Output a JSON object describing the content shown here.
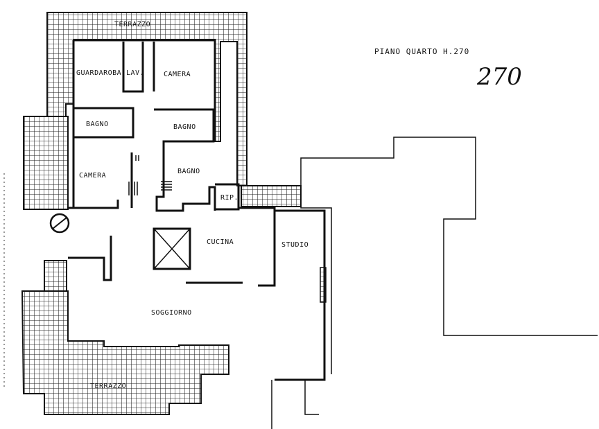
{
  "header": {
    "floor_title": "PIANO QUARTO H.270",
    "handwritten_number": "270"
  },
  "rooms": {
    "terrace_top": "TERRAZZO",
    "guardaroba": "GUARDAROBA",
    "lav": "LAV.",
    "camera_top": "CAMERA",
    "bagno_left": "BAGNO",
    "bagno_mid": "BAGNO",
    "camera_left": "CAMERA",
    "bagno_lower": "BAGNO",
    "rip": "RIP.",
    "cucina": "CUCINA",
    "studio": "STUDIO",
    "soggiorno": "SOGGIORNO",
    "terrace_bottom": "TERRAZZO"
  }
}
